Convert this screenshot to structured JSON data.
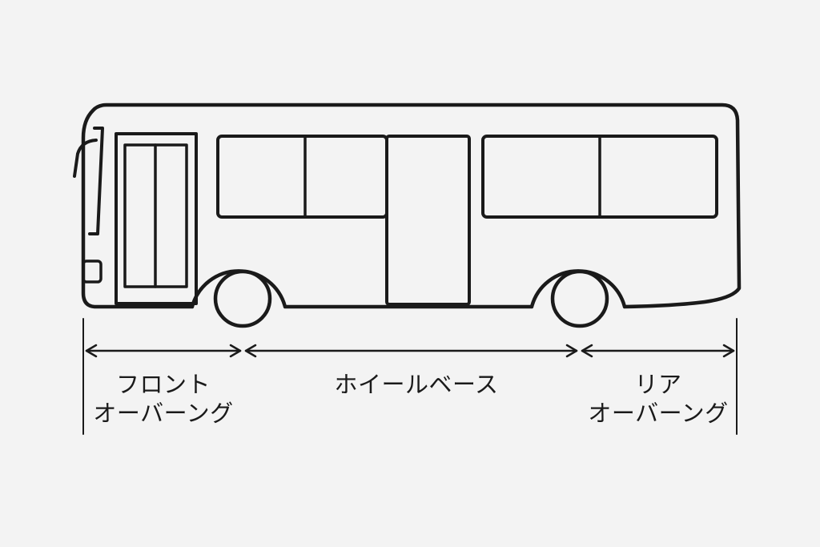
{
  "diagram": {
    "subject": "bus-side-view",
    "line_color": "#1a1a1a",
    "background_color": "#f3f3f3"
  },
  "dimensions": [
    {
      "key": "front",
      "lines": [
        "フロント",
        "オーバーング"
      ]
    },
    {
      "key": "wheelbase",
      "lines": [
        "ホイールベース"
      ]
    },
    {
      "key": "rear",
      "lines": [
        "リア",
        "オーバーング"
      ]
    }
  ]
}
